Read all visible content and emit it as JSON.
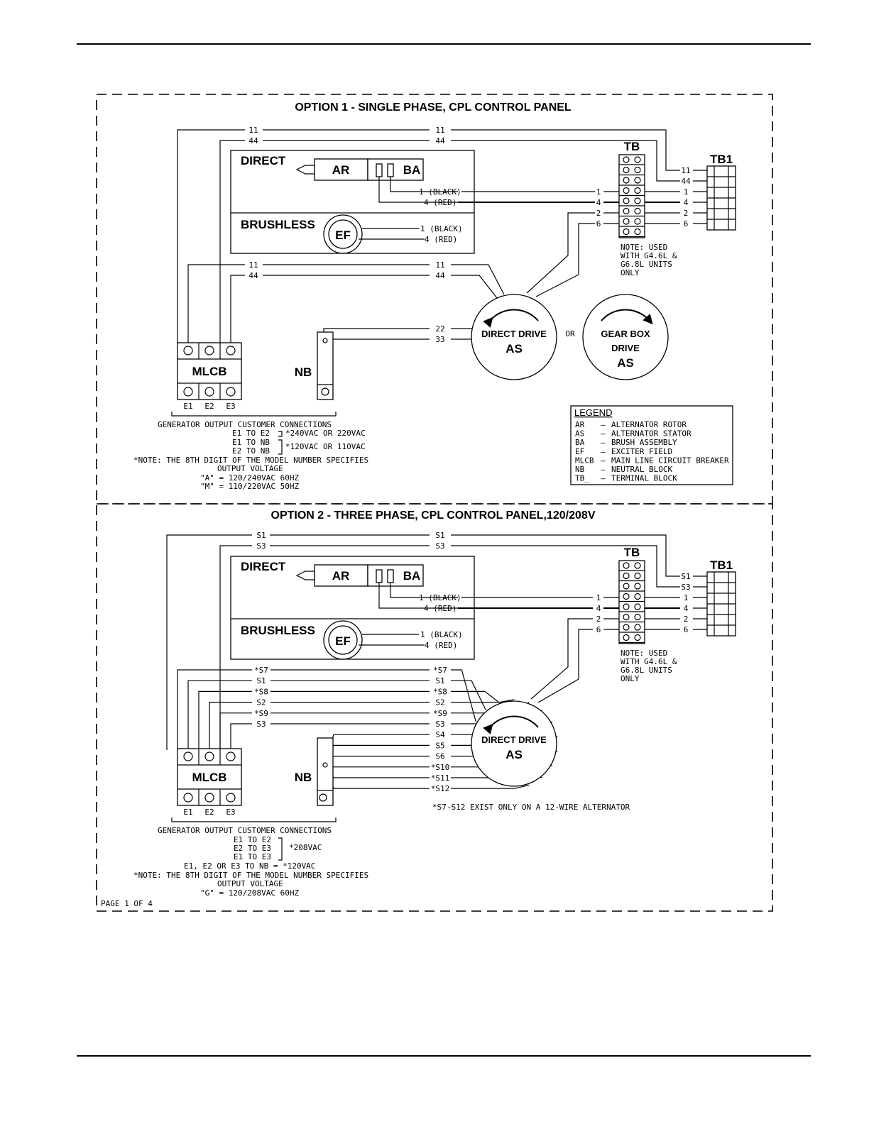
{
  "option1": {
    "title": "OPTION 1 - SINGLE PHASE, CPL CONTROL PANEL",
    "wire_11": "11",
    "wire_44": "44",
    "direct": "DIRECT",
    "brushless": "BRUSHLESS",
    "ar": "AR",
    "ba": "BA",
    "ef": "EF",
    "black1": "1 (BLACK)",
    "red4": "4 (RED)",
    "tb": "TB",
    "tb1": "TB1",
    "tb_wires": [
      "1",
      "4",
      "2",
      "6"
    ],
    "tb1_wires": [
      "11",
      "44",
      "1",
      "4",
      "2",
      "6"
    ],
    "note": [
      "NOTE: USED",
      "WITH G4.6L &",
      "G6.8L UNITS",
      "ONLY"
    ],
    "w22": "22",
    "w33": "33",
    "direct_drive": "DIRECT DRIVE",
    "as": "AS",
    "or": "OR",
    "gear_box": "GEAR BOX",
    "drive": "DRIVE",
    "mlcb": "MLCB",
    "nb": "NB",
    "e_labels": [
      "E1",
      "E2",
      "E3"
    ],
    "conn_lines": [
      "GENERATOR OUTPUT CUSTOMER CONNECTIONS",
      "E1 TO E2",
      "E1 TO NB",
      "E2 TO NB",
      "*NOTE: THE 8TH DIGIT OF THE MODEL NUMBER SPECIFIES",
      "OUTPUT VOLTAGE",
      "\"A\" = 120/240VAC 60HZ",
      "\"M\" = 110/220VAC 50HZ"
    ],
    "v240": "*240VAC OR 220VAC",
    "v120": "*120VAC OR 110VAC"
  },
  "legend": {
    "title": "LEGEND",
    "items": [
      {
        "code": "AR",
        "desc": "ALTERNATOR ROTOR"
      },
      {
        "code": "AS",
        "desc": "ALTERNATOR STATOR"
      },
      {
        "code": "BA",
        "desc": "BRUSH ASSEMBLY"
      },
      {
        "code": "EF",
        "desc": "EXCITER FIELD"
      },
      {
        "code": "MLCB",
        "desc": "MAIN LINE CIRCUIT BREAKER"
      },
      {
        "code": "NB",
        "desc": "NEUTRAL BLOCK"
      },
      {
        "code": "TB_",
        "desc": "TERMINAL BLOCK"
      }
    ]
  },
  "option2": {
    "title": "OPTION 2 - THREE PHASE, CPL CONTROL PANEL,120/208V",
    "wire_s1": "S1",
    "wire_s3": "S3",
    "tb1_wires": [
      "S1",
      "S3",
      "1",
      "4",
      "2",
      "6"
    ],
    "stator_left": [
      "*S7",
      "S1",
      "*S8",
      "S2",
      "*S9",
      "S3"
    ],
    "stator_right": [
      "*S7",
      "S1",
      "*S8",
      "S2",
      "*S9",
      "S3",
      "S4",
      "S5",
      "S6",
      "*S10",
      "*S11",
      "*S12"
    ],
    "note12": "*S7-S12 EXIST ONLY ON A 12-WIRE ALTERNATOR",
    "conn_lines": [
      "GENERATOR OUTPUT CUSTOMER CONNECTIONS",
      "E1 TO E2",
      "E2 TO E3",
      "E1 TO E3",
      "E1, E2 OR E3 TO NB = *120VAC",
      "*NOTE: THE 8TH DIGIT OF THE MODEL NUMBER SPECIFIES",
      "OUTPUT VOLTAGE",
      "\"G\" = 120/208VAC 60HZ"
    ],
    "v208": "*208VAC"
  },
  "page": "PAGE 1 OF 4"
}
